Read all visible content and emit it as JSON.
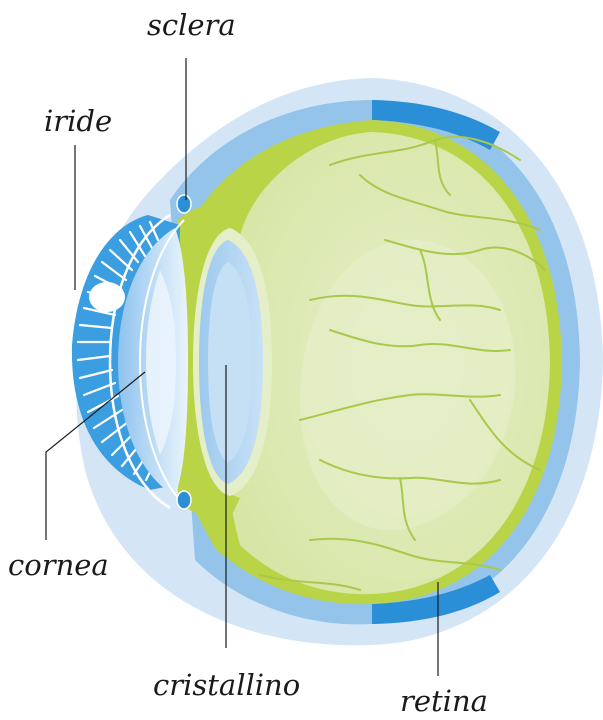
{
  "labels": {
    "sclera": "sclera",
    "iride": "iride",
    "cornea": "cornea",
    "cristallino": "cristallino",
    "retina": "retina"
  },
  "colors": {
    "outer_halo": "#d4e6f6",
    "sclera_band": "#94c4e9",
    "retina_band": "#2a8fd6",
    "choroid_green": "#b9d547",
    "vitreous_green": "#dde9b2",
    "vitreous_light": "#e6eec8",
    "lens_blue": "#a8d0f0",
    "lens_inner": "#c5dff5",
    "iris_blue": "#3a9ee0",
    "vein_green": "#a9c94c",
    "leader_line": "#1a1a1a"
  }
}
